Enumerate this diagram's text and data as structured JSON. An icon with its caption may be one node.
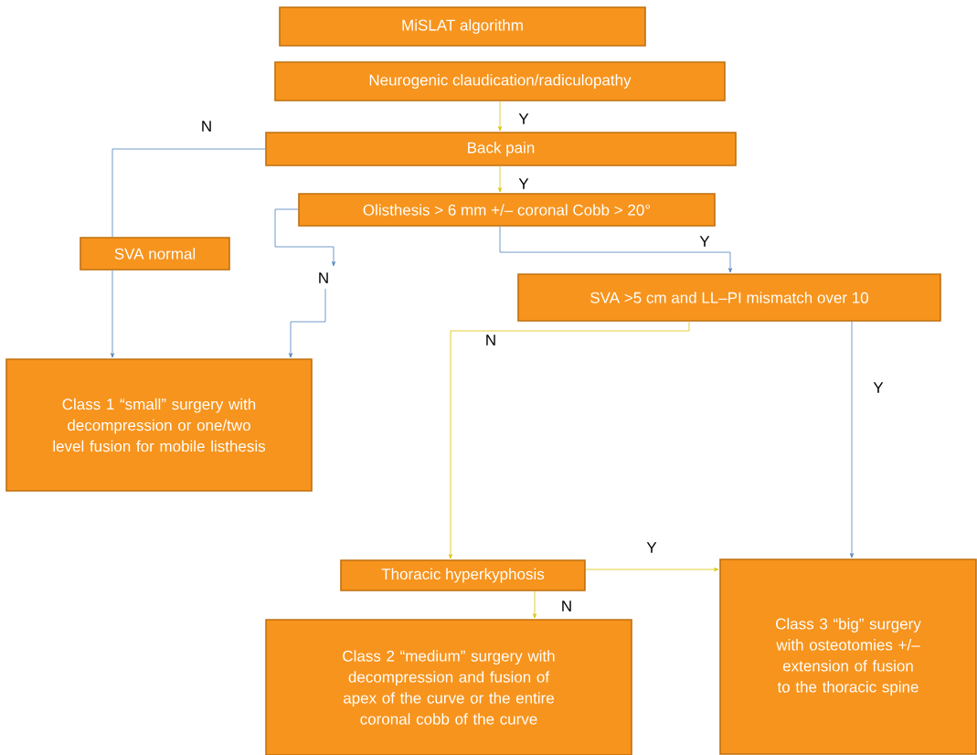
{
  "diagram": {
    "nodes": [
      {
        "text": [
          "MiSLAT algorithm"
        ]
      },
      {
        "text": [
          "Neurogenic claudication/radiculopathy"
        ]
      },
      {
        "text": [
          "Back pain"
        ]
      },
      {
        "text": [
          "Olisthesis > 6 mm +/– coronal Cobb > 20°"
        ]
      },
      {
        "text": [
          "SVA normal"
        ]
      },
      {
        "text": [
          "SVA >5 cm and LL–PI mismatch over 10"
        ]
      },
      {
        "text": [
          "Class 1 “small” surgery with decompression or one/two level fusion for mobile listhesis"
        ]
      },
      {
        "text": [
          "Thoracic hyperkyphosis"
        ]
      },
      {
        "text": [
          "Class 2 “medium” surgery with decompression and fusion of apex of the curve or the entire coronal cobb of the curve"
        ]
      },
      {
        "text": [
          "Class 3 “big” surgery with osteotomies +/– extension of fusion to the thoracic spine"
        ]
      }
    ],
    "edges": [
      {
        "from": 1,
        "to": 2,
        "arrow": "to",
        "label": "Y",
        "color": "#dcc200"
      },
      {
        "from": 2,
        "to": 3,
        "arrow": "to",
        "label": "Y",
        "color": "#dcc200"
      },
      {
        "from": 2,
        "to": 4,
        "arrow": "none",
        "label": "N",
        "color": "#4f81bd"
      },
      {
        "from": 4,
        "to": 6,
        "arrow": "to",
        "color": "#4f81bd"
      },
      {
        "from": 3,
        "to": 6,
        "arrow": "to",
        "label": "N",
        "color": "#4f81bd"
      },
      {
        "from": 3,
        "to": 5,
        "arrow": "to",
        "label": "Y",
        "color": "#4f81bd"
      },
      {
        "from": 5,
        "to": 7,
        "arrow": "to",
        "label": "N",
        "color": "#dcc200"
      },
      {
        "from": 5,
        "to": 9,
        "arrow": "to",
        "label": "Y",
        "color": "#4f81bd"
      },
      {
        "from": 7,
        "to": 9,
        "arrow": "to",
        "label": "Y",
        "color": "#dcc200"
      },
      {
        "from": 7,
        "to": 8,
        "arrow": "to",
        "label": "N",
        "color": "#dcc200"
      }
    ]
  }
}
